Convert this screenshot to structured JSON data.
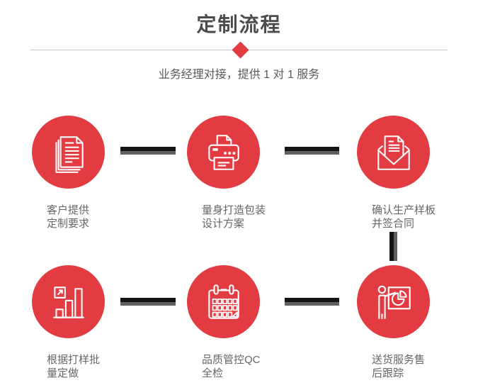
{
  "header": {
    "title": "定制流程",
    "subtitle": "业务经理对接，提供 1 对 1 服务"
  },
  "colors": {
    "accent_red": "#e23b41",
    "connector_dark": "#151515",
    "connector_gray": "#606060",
    "title_color": "#4c4c4c",
    "text_color": "#666666",
    "divider_color": "#cccccc"
  },
  "steps": [
    {
      "icon": "documents-stack-icon",
      "lines": [
        "客户提供",
        "定制要求"
      ]
    },
    {
      "icon": "printer-icon",
      "lines": [
        "量身打造包装",
        "设计方案"
      ]
    },
    {
      "icon": "open-envelope-letter-icon",
      "lines": [
        "确认生产样板",
        "并签合同"
      ]
    },
    {
      "icon": "growth-bar-chart-icon",
      "lines": [
        "根据打样批",
        "量定做"
      ]
    },
    {
      "icon": "calendar-icon",
      "lines": [
        "品质管控QC",
        "全检"
      ]
    },
    {
      "icon": "presenter-pie-board-icon",
      "lines": [
        "送货服务售",
        "后跟踪"
      ]
    }
  ]
}
